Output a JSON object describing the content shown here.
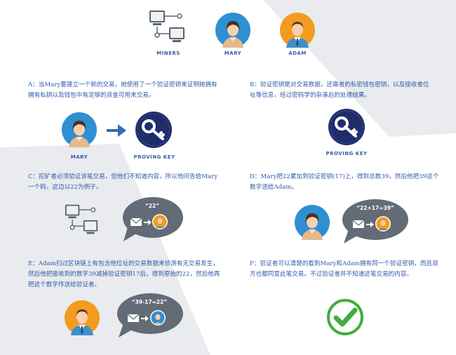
{
  "header": {
    "miners_label": "MINERS",
    "mary_label": "MARY",
    "adam_label": "ADAM"
  },
  "sections": {
    "A": {
      "text": "A：当Mary要建立一个新的交易，她使用了一个验证密钥来证明她拥有拥有私钥以及钱包中有足够的资金可用来交易。"
    },
    "B": {
      "text": "B：验证密钥是对交易数据，还需者的私密钱包密钥，以及接收者位址等信息，经过密码学的杂凑后的处理结果。"
    },
    "C": {
      "text": "C：挖矿者必须验证该笔交易，但他们不知道内容，所以他问告给Mary一个码，这边以22为例子。"
    },
    "D": {
      "text": "D：Mary把22累加到验证密钥(17)上，得到总数39，然后他把39这个数字送给Adam。"
    },
    "E": {
      "text": "E：Adam扫过区块链上有包含他位址的交易数据来侦测有无交易发生，然后他把接收到的数字39减掉验证密钥17后，得到原始的22，然后他再把这个数字传送给验证者。"
    },
    "F": {
      "text": "F：验证者可以清楚的看到Mary和Adam拥有同一个验证密钥，而且双方也都同意此笔交易。不过验证者并不知道这笔交易的内容。"
    }
  },
  "labels": {
    "a_mary": "MARY",
    "a_proving_key": "PROVING KEY",
    "b_proving_key": "PROVING KEY"
  },
  "bubbles": {
    "c": "“22”",
    "d": "“22+17=39”",
    "e": "“39-17=22”"
  },
  "colors": {
    "text_blue": "#2f5aa8",
    "label_blue": "#3a5ba0",
    "avatar_blue": "#2f8fd3",
    "avatar_orange": "#f29b1f",
    "key_navy": "#1f2d6b",
    "bubble_gray": "#636b76",
    "check_green": "#3fae3f",
    "arrow_blue": "#2f6fae"
  },
  "icons": [
    "monitor-network-icon",
    "mary-avatar",
    "adam-avatar",
    "proving-key-icon",
    "arrow-right-icon",
    "envelope-icon",
    "checkmark-icon"
  ]
}
